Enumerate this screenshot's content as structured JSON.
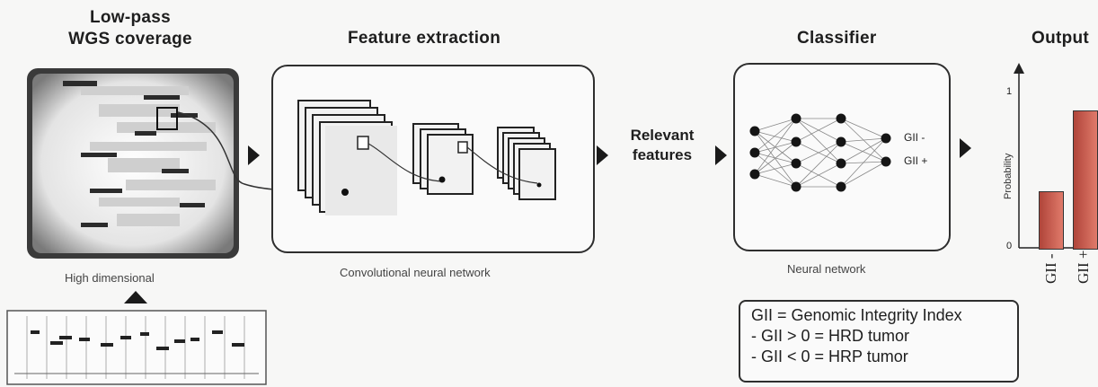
{
  "headings": {
    "input": "Low-pass\nWGS coverage",
    "feature_extraction": "Feature extraction",
    "classifier": "Classifier",
    "output": "Output"
  },
  "captions": {
    "high_dimensional": "High dimensional",
    "cnn": "Convolutional neural network",
    "nn": "Neural network"
  },
  "relevant_features": "Relevant\nfeatures",
  "nn_outputs": [
    "GII -",
    "GII +"
  ],
  "chart": {
    "ylabel": "Probability",
    "y_ticks": [
      "0",
      "1"
    ],
    "bars": [
      {
        "label": "GII -",
        "value": 0.35,
        "color": "#b0453a"
      },
      {
        "label": "GII +",
        "value": 0.85,
        "color": "#b0453a"
      }
    ]
  },
  "legend": [
    "GII = Genomic Integrity Index",
    "- GII > 0 = HRD tumor",
    "- GII < 0 = HRP tumor"
  ]
}
